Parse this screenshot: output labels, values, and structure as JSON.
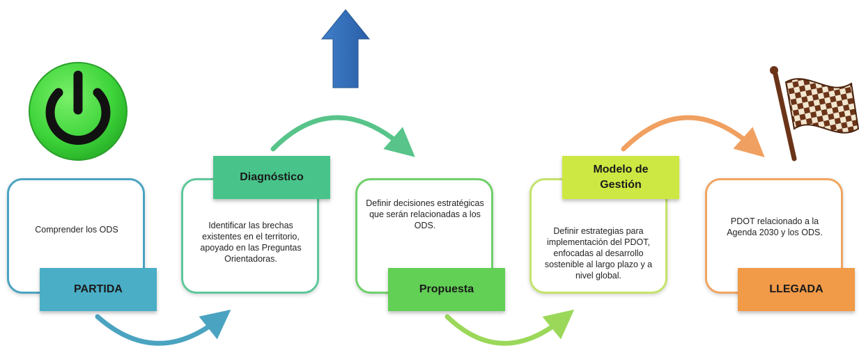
{
  "steps": [
    {
      "label": "PARTIDA",
      "text": "Comprender los ODS",
      "border_color": "#4aa3c0",
      "label_color": "#4aaec6"
    },
    {
      "label": "Diagnóstico",
      "text": "Identificar las brechas existentes en el territorio, apoyado en las Preguntas Orientadoras.",
      "border_color": "#5ec79a",
      "label_color": "#48c48a"
    },
    {
      "label": "Propuesta",
      "text": "Definir decisiones estratégicas que serán relacionadas a los ODS.",
      "border_color": "#6fd06a",
      "label_color": "#62cf55"
    },
    {
      "label": "Modelo de Gestión",
      "text": "Definir estrategias para implementación del PDOT, enfocadas al desarrollo sostenible al largo plazo y a nivel global.",
      "border_color": "#c4e36a",
      "label_color": "#cde842"
    },
    {
      "label": "LLEGADA",
      "text": "PDOT relacionado a la Agenda 2030 y los ODS.",
      "border_color": "#f0a560",
      "label_color": "#f19a48"
    }
  ],
  "icons": {
    "start": "power-icon",
    "up": "up-arrow-icon",
    "finish": "checkered-flag-icon"
  },
  "colors": {
    "arrow_teal": "#4aa3c0",
    "arrow_green": "#58c48a",
    "arrow_lime": "#9bd85a",
    "arrow_orange": "#f0a060",
    "up_arrow": "#2e6bb5",
    "power_bg": "#3ed43a"
  }
}
